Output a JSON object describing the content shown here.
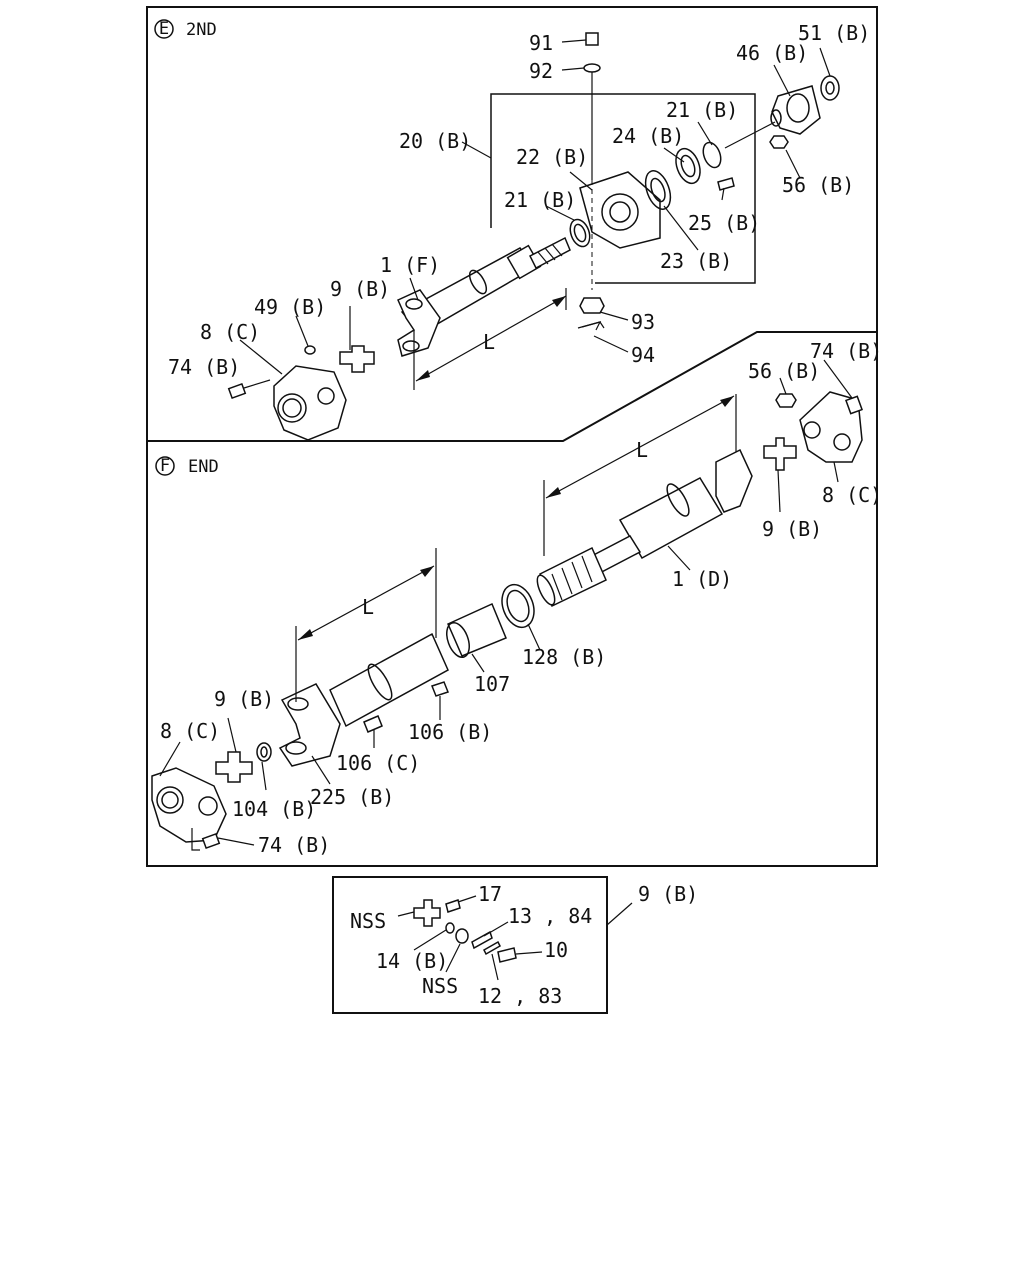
{
  "sections": {
    "top": {
      "letter": "E",
      "title": "2ND"
    },
    "bottom": {
      "letter": "F",
      "title": "END"
    }
  },
  "top_labels": {
    "p91": "91",
    "p92": "92",
    "p51b": "51 (B)",
    "p46b": "46 (B)",
    "p21b_a": "21 (B)",
    "p20b": "20 (B)",
    "p22b": "22 (B)",
    "p24b": "24 (B)",
    "p56b": "56 (B)",
    "p21b_b": "21 (B)",
    "p25b": "25 (B)",
    "p23b": "23 (B)",
    "p1f": "1 (F)",
    "p9b": "9 (B)",
    "p49b": "49 (B)",
    "p8c": "8 (C)",
    "p74b": "74 (B)",
    "p93": "93",
    "p94": "94",
    "dimL": "L"
  },
  "bottom_labels": {
    "p74b_r": "74 (B)",
    "p56b_r": "56 (B)",
    "p8c_r": "8 (C)",
    "p9b_r": "9 (B)",
    "p1d": "1 (D)",
    "dimL1": "L",
    "dimL2": "L",
    "p128b": "128 (B)",
    "p107": "107",
    "p106b": "106 (B)",
    "p106c": "106 (C)",
    "p9b_l": "9 (B)",
    "p8c_l": "8 (C)",
    "p104b": "104 (B)",
    "p225b": "225 (B)",
    "p74b_l": "74 (B)"
  },
  "detail": {
    "ref": "9 (B)",
    "p17": "17",
    "nss1": "NSS",
    "p1384": "13 , 84",
    "p14b": "14 (B)",
    "p10": "10",
    "nss2": "NSS",
    "p1283": "12 , 83"
  }
}
